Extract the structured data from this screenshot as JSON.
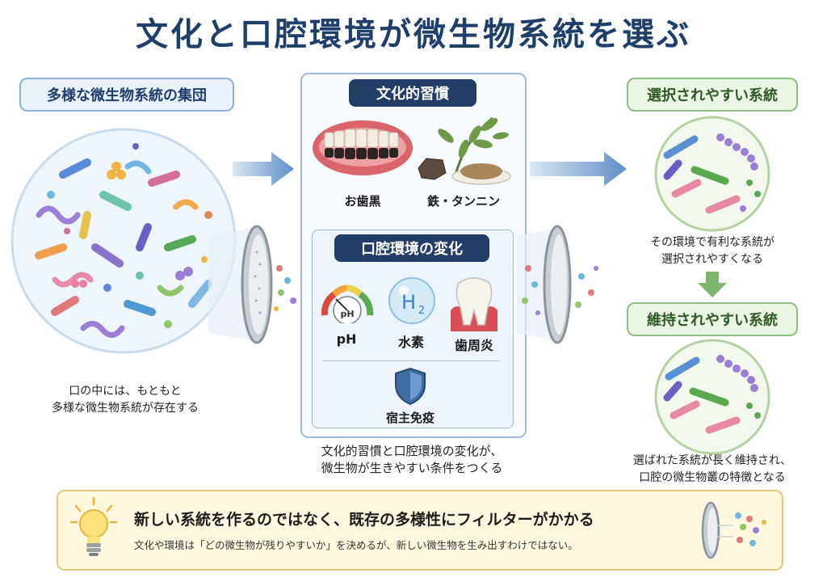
{
  "title": "文化と口腔環境が微生物系統を選ぶ",
  "left": {
    "header": "多様な微生物系統の集団",
    "caption_line1": "口の中には、もともと",
    "caption_line2": "多様な微生物系統が存在する"
  },
  "center": {
    "culture_header": "文化的習慣",
    "culture_items": [
      "お歯黒",
      "鉄・タンニン"
    ],
    "oral_header": "口腔環境の変化",
    "oral_items": [
      "pH",
      "水素",
      "歯周炎"
    ],
    "ph_gauge_text": "pH",
    "h2_text": "H",
    "h2_sub": "2",
    "immunity": "宿主免疫",
    "caption_line1": "文化的習慣と口腔環境の変化が、",
    "caption_line2": "微生物が生きやすい条件をつくる"
  },
  "right": {
    "selected_header": "選択されやすい系統",
    "selected_caption_line1": "その環境で有利な系統が",
    "selected_caption_line2": "選択されやすくなる",
    "maintained_header": "維持されやすい系統",
    "maintained_caption_line1": "選ばれた系統が長く維持され、",
    "maintained_caption_line2": "口腔の微生物叢の特徴となる"
  },
  "bottom": {
    "headline": "新しい系統を作るのではなく、既存の多様性にフィルターがかかる",
    "subline": "文化や環境は「どの微生物が残りやすいか」を決めるが、新しい微生物を生み出すわけではない。"
  },
  "colors": {
    "title": "#1f3f6b",
    "navy_pill": "#233e66",
    "green_border": "#8fbd83",
    "blue_border": "#8fb1d6",
    "bottom_bg": "#fff8df"
  }
}
